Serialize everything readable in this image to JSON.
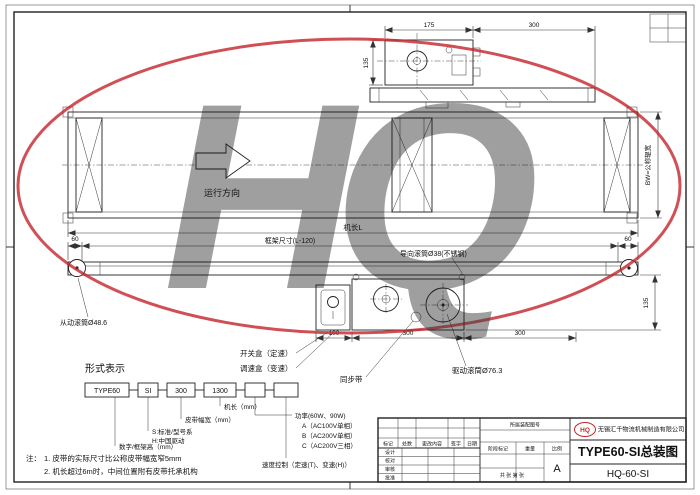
{
  "watermark": {
    "text": "HQ",
    "color": "#c5242b"
  },
  "detail_view": {
    "dim_a": "175",
    "dim_b": "300",
    "dim_h": "135"
  },
  "plan_view": {
    "direction": "运行方向",
    "length": "机长L",
    "belt_width": "BW=公称辊宽"
  },
  "side_view": {
    "dim_left": "60",
    "dim_frame": "框架尺寸(L-120)",
    "dim_right": "60",
    "guide_roller": "导向滚筒Ø38(不锈钢)",
    "driven_roller": "从动滚筒Ø48.6",
    "switch_box": "开关盒（定速）",
    "speed_box": "调速盒（变速）",
    "dim_100": "100",
    "dim_300a": "300",
    "dim_300b": "300",
    "dim_135": "135",
    "sync_belt": "同步带",
    "drive_roller": "驱动滚筒Ø76.3"
  },
  "model_key": {
    "title": "形式表示",
    "segments": [
      "TYPE60",
      "SI",
      "300",
      "1300",
      "",
      ""
    ],
    "labels": {
      "length": "机长（mm）",
      "belt_width": "皮带幅宽（mm）",
      "series_s": "S:标准/型号系",
      "series_h": "H:中国驱动",
      "frame_height": "数字/框架高（mm）",
      "power": "功率(60W、90W)",
      "power_a": "A（AC100V单相）",
      "power_b": "B（AC200V单相）",
      "power_c": "C（AC200V三相）",
      "speed": "速度控制（定速(T)、变速(H)）"
    }
  },
  "notes": {
    "prefix": "注：",
    "line1": "1. 皮带的实际尺寸比公称皮带幅宽窄5mm",
    "line2": "2. 机长超过6m时，中间位置附有皮带托承机构"
  },
  "title_block": {
    "company": "无锡汇千物流机械制造有限公司",
    "logo": "HQ",
    "title": "TYPE60-SI总装图",
    "drawing_no": "HQ-60-SI",
    "size": "A",
    "rev_headers": [
      "标记",
      "处数",
      "更改内容",
      "签字",
      "日期"
    ],
    "approvals": [
      "设计",
      "校对",
      "审核",
      "批准"
    ],
    "assembly_label": "所属装配图号",
    "stage_label": "阶段标记",
    "weight_label": "重量",
    "scale_label": "比例",
    "sheets_label": "共 张 第 张"
  }
}
